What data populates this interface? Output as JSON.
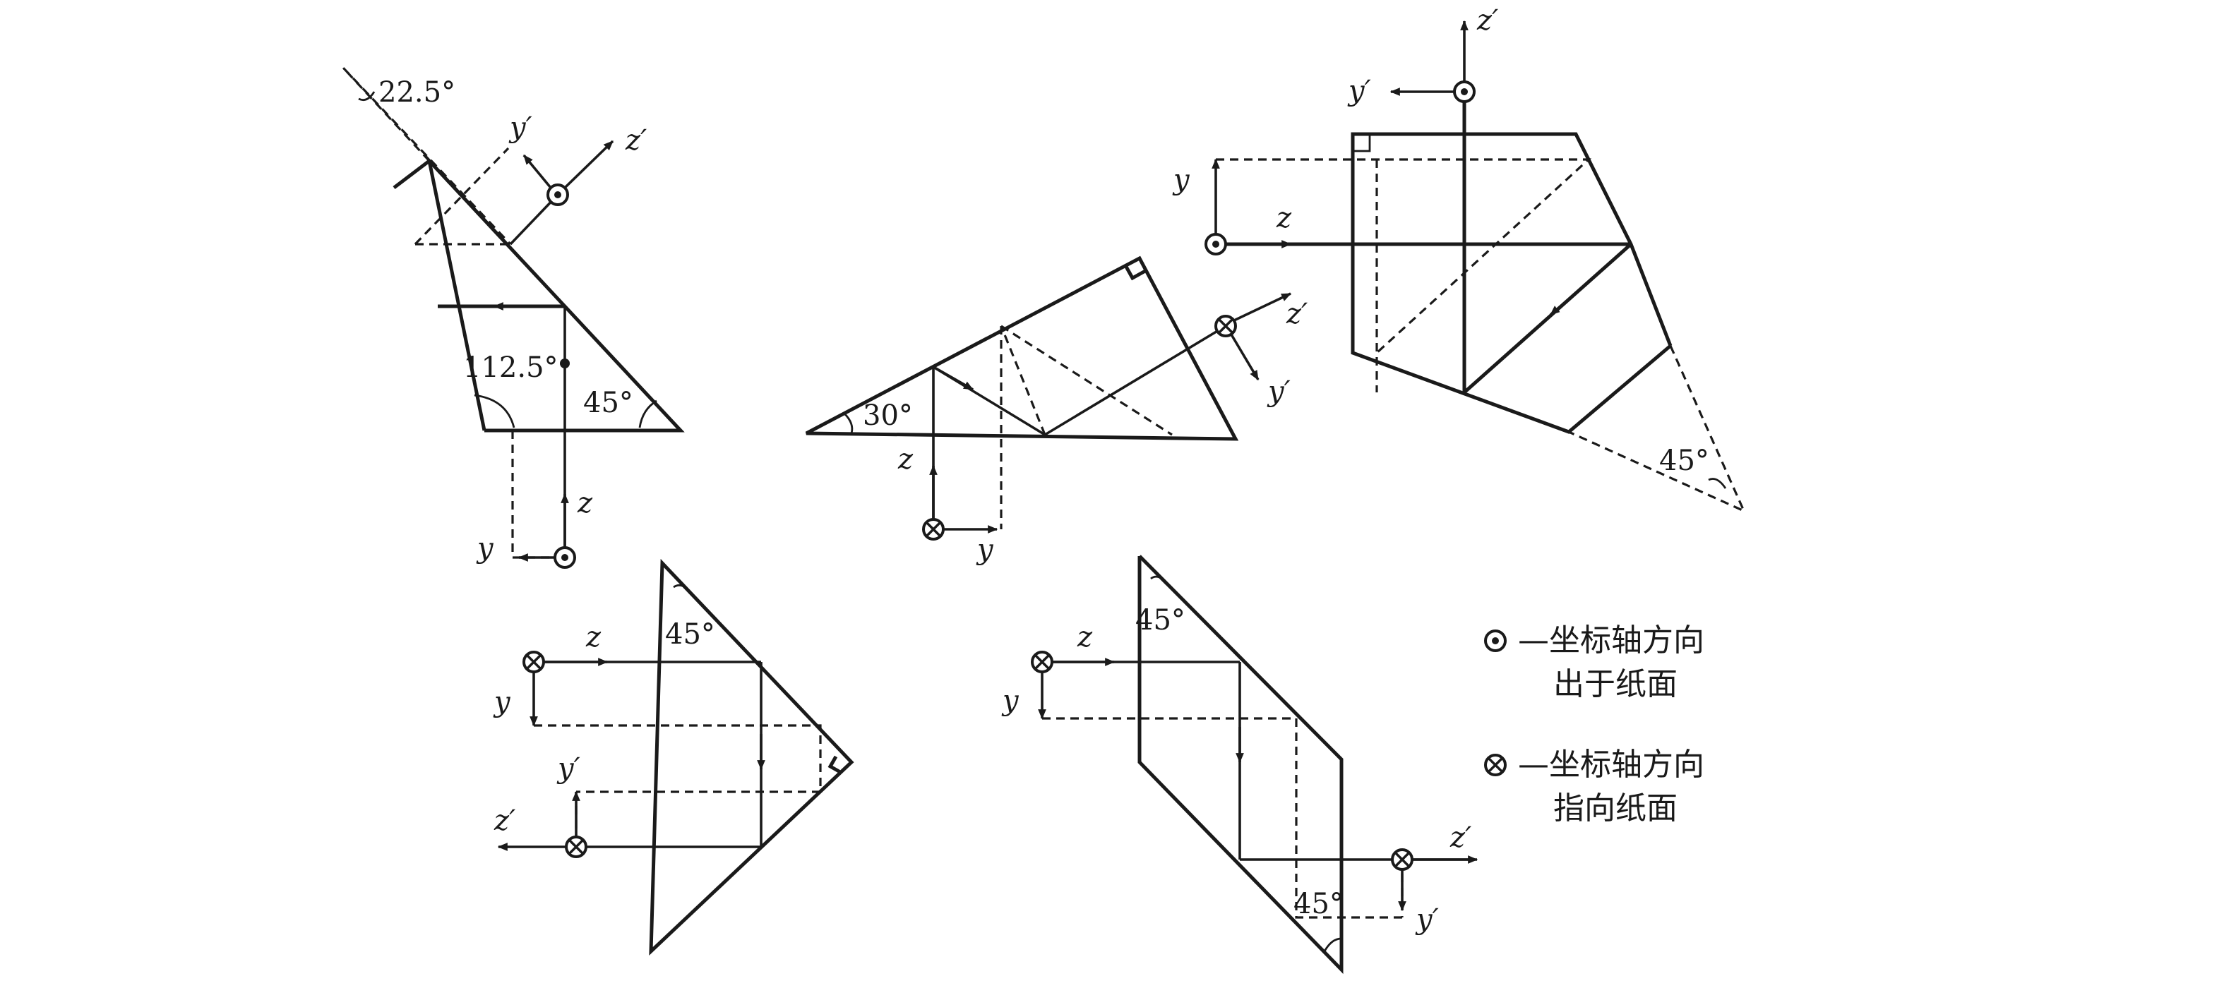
{
  "labels": {
    "y": "y",
    "z": "z",
    "y_prime": "y′",
    "z_prime": "z′"
  },
  "angles": {
    "a22_5": "22.5°",
    "a112_5": "112.5°",
    "a45": "45°",
    "a30": "30°"
  },
  "legend": {
    "out_line1": "—坐标轴方向",
    "out_line2": "出于纸面",
    "in_line1": "—坐标轴方向",
    "in_line2": "指向纸面"
  }
}
